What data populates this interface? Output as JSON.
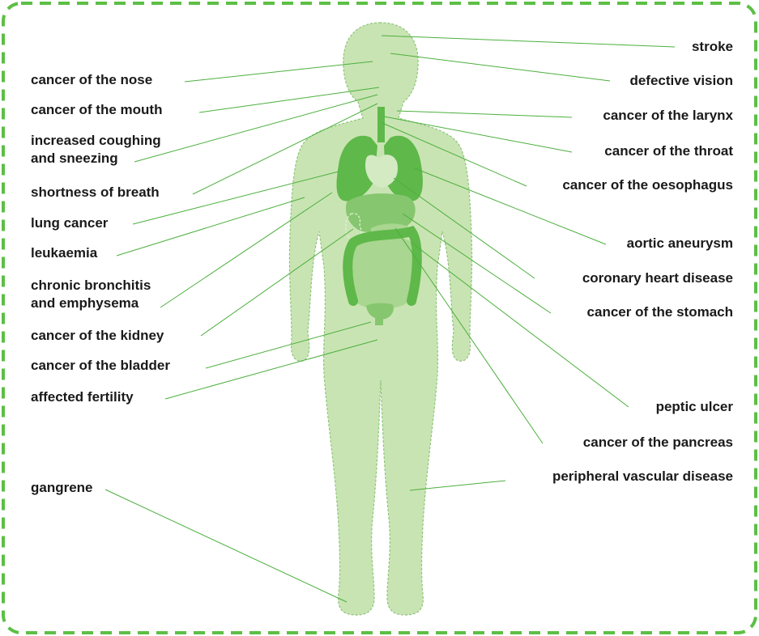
{
  "colors": {
    "frame": "#5cbf45",
    "body_fill": "#c9e4b3",
    "body_outline": "#8cc47a",
    "organ_dark": "#5fb84a",
    "organ_mid": "#86c66f",
    "organ_light": "#a9d690",
    "leader_line": "#4caf3e",
    "label_text": "#1a1a1a"
  },
  "labels_left": [
    {
      "id": "cancer-of-the-nose",
      "lines": [
        "cancer of the nose"
      ]
    },
    {
      "id": "cancer-of-the-mouth",
      "lines": [
        "cancer of the mouth"
      ]
    },
    {
      "id": "increased-coughing-and-sneezing",
      "lines": [
        "increased coughing",
        "and sneezing"
      ]
    },
    {
      "id": "shortness-of-breath",
      "lines": [
        "shortness of breath"
      ]
    },
    {
      "id": "lung-cancer",
      "lines": [
        "lung cancer"
      ]
    },
    {
      "id": "leukaemia",
      "lines": [
        "leukaemia"
      ]
    },
    {
      "id": "chronic-bronchitis-and-emphysema",
      "lines": [
        "chronic bronchitis",
        "and emphysema"
      ]
    },
    {
      "id": "cancer-of-the-kidney",
      "lines": [
        "cancer of the kidney"
      ]
    },
    {
      "id": "cancer-of-the-bladder",
      "lines": [
        "cancer of the bladder"
      ]
    },
    {
      "id": "affected-fertility",
      "lines": [
        "affected fertility"
      ]
    },
    {
      "id": "gangrene",
      "lines": [
        "gangrene"
      ]
    }
  ],
  "labels_right": [
    {
      "id": "stroke",
      "lines": [
        "stroke"
      ]
    },
    {
      "id": "defective-vision",
      "lines": [
        "defective vision"
      ]
    },
    {
      "id": "cancer-of-the-larynx",
      "lines": [
        "cancer of the larynx"
      ]
    },
    {
      "id": "cancer-of-the-throat",
      "lines": [
        "cancer of the throat"
      ]
    },
    {
      "id": "cancer-of-the-oesophagus",
      "lines": [
        "cancer of the oesophagus"
      ]
    },
    {
      "id": "aortic-aneurysm",
      "lines": [
        "aortic aneurysm"
      ]
    },
    {
      "id": "coronary-heart-disease",
      "lines": [
        "coronary heart disease"
      ]
    },
    {
      "id": "cancer-of-the-stomach",
      "lines": [
        "cancer of the stomach"
      ]
    },
    {
      "id": "peptic-ulcer",
      "lines": [
        "peptic ulcer"
      ]
    },
    {
      "id": "cancer-of-the-pancreas",
      "lines": [
        "cancer of the pancreas"
      ]
    },
    {
      "id": "peripheral-vascular-disease",
      "lines": [
        "peripheral vascular disease"
      ]
    }
  ]
}
